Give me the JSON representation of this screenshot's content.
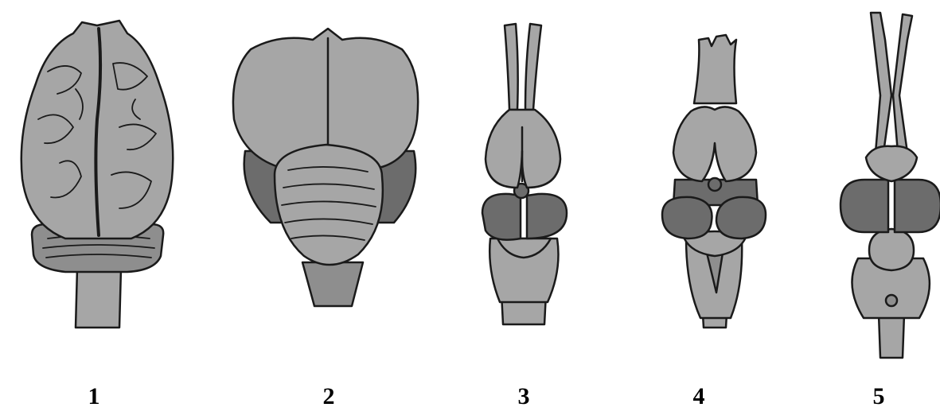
{
  "figure": {
    "labels": [
      "1",
      "2",
      "3",
      "4",
      "5"
    ],
    "colors": {
      "light": "#a6a6a6",
      "mid": "#8e8e8e",
      "dark": "#6c6c6c",
      "outline": "#1a1a1a",
      "background": "#ffffff"
    }
  }
}
